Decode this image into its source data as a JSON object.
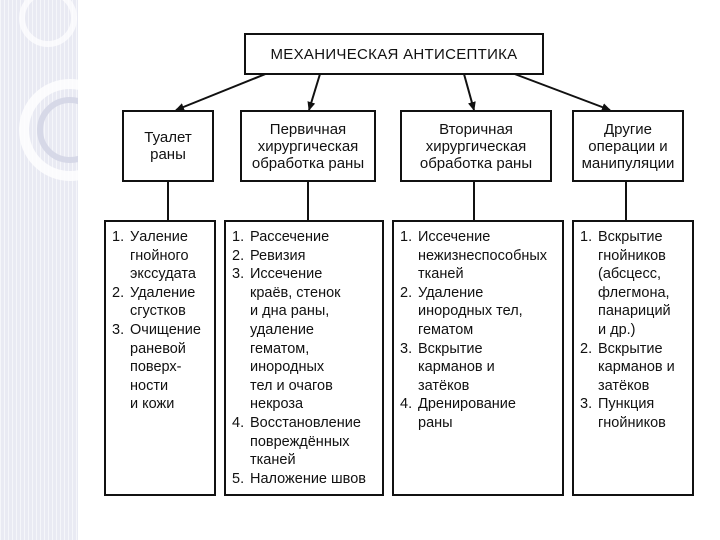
{
  "title": "МЕХАНИЧЕСКАЯ  АНТИСЕПТИКА",
  "categories": [
    {
      "heading": "Туалет\nраны",
      "items": [
        {
          "n": "1.",
          "text": "Уаление\nгнойного\nэкссудата"
        },
        {
          "n": "2.",
          "text": "Удаление\nсгустков"
        },
        {
          "n": "3.",
          "text": "Очищение\nраневой\nповерх-\nности\nи кожи"
        }
      ]
    },
    {
      "heading": "Первичная\nхирургическая\nобработка раны",
      "items": [
        {
          "n": "1.",
          "text": "Рассечение"
        },
        {
          "n": "2.",
          "text": "Ревизия"
        },
        {
          "n": "3.",
          "text": "Иссечение\nкраёв, стенок\nи дна раны,\nудаление\nгематом,\nинородных\nтел и очагов\nнекроза"
        },
        {
          "n": "4.",
          "text": "Восстановление\nповреждённых\nтканей"
        },
        {
          "n": "5.",
          "text": "Наложение швов"
        }
      ]
    },
    {
      "heading": "Вторичная\nхирургическая\nобработка раны",
      "items": [
        {
          "n": "1.",
          "text": "Иссечение\nнежизнеспособных\nтканей"
        },
        {
          "n": "2.",
          "text": "Удаление\nинородных тел,\nгематом"
        },
        {
          "n": "3.",
          "text": "Вскрытие\nкарманов и\nзатёков"
        },
        {
          "n": "4.",
          "text": "Дренирование\nраны"
        }
      ]
    },
    {
      "heading": "Другие\nоперации и\nманипуляции",
      "items": [
        {
          "n": "1.",
          "text": "Вскрытие\nгнойников\n(абсцесс,\nфлегмона,\nпанариций\nи др.)"
        },
        {
          "n": "2.",
          "text": "Вскрытие\nкарманов и\nзатёков"
        },
        {
          "n": "3.",
          "text": "Пункция\nгнойников"
        }
      ]
    }
  ]
}
